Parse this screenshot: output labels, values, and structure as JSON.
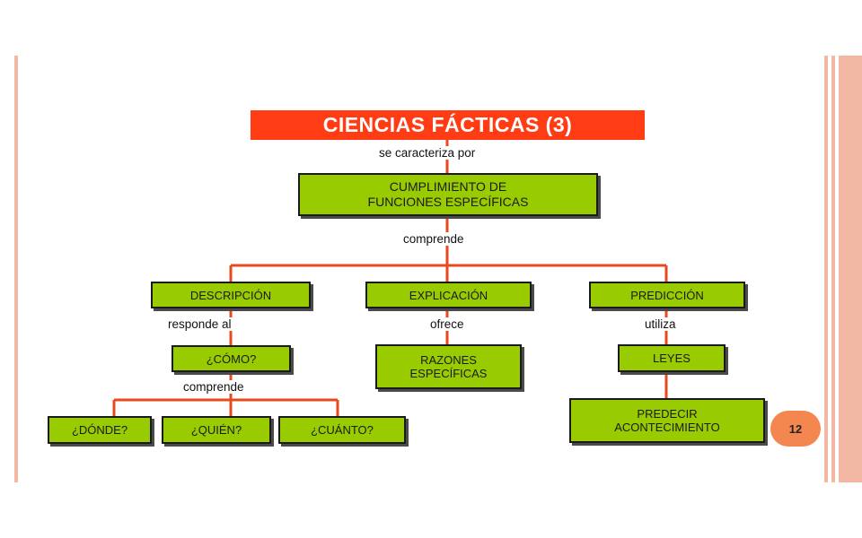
{
  "title": "CIENCIAS FÁCTICAS (3)",
  "connector_color": "#e84a1c",
  "node_color": "#99cc00",
  "title_color": "#ff3c14",
  "labels": {
    "se_caracteriza": "se caracteriza por",
    "comprende_1": "comprende",
    "responde_al": "responde al",
    "ofrece": "ofrece",
    "utiliza": "utiliza",
    "comprende_2": "comprende"
  },
  "nodes": {
    "cumplimiento": "CUMPLIMIENTO DE\nFUNCIONES ESPECÍFICAS",
    "descripcion": "DESCRIPCIÓN",
    "explicacion": "EXPLICACIÓN",
    "prediccion": "PREDICCIÓN",
    "como": "¿CÓMO?",
    "razones": "RAZONES\nESPECÍFICAS",
    "leyes": "LEYES",
    "donde": "¿DÓNDE?",
    "quien": "¿QUIÉN?",
    "cuanto": "¿CUÁNTO?",
    "predecir": "PREDECIR\nACONTECIMIENTO"
  },
  "page_number": "12"
}
